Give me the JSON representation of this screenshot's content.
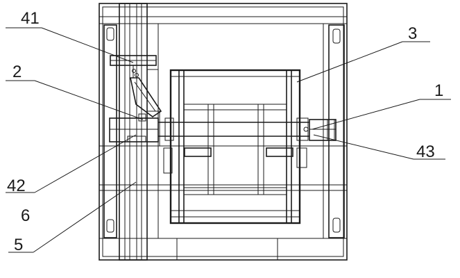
{
  "labels": {
    "l41": "41",
    "l3": "3",
    "l2": "2",
    "l1": "1",
    "l42": "42",
    "l43": "43",
    "l6": "6",
    "l5": "5"
  }
}
